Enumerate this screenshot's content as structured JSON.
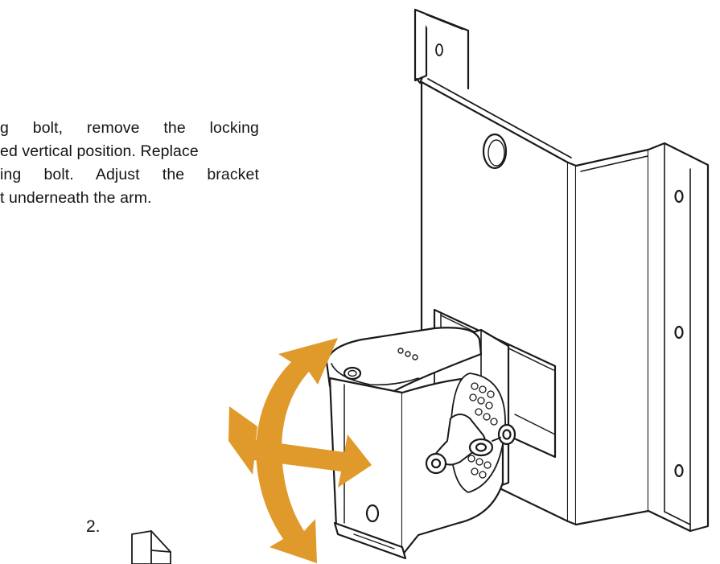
{
  "instructions": {
    "lines": [
      "g bolt, remove the locking",
      "ed vertical position. Replace",
      "ing bolt. Adjust the bracket",
      "t underneath the arm."
    ]
  },
  "step": {
    "number": "2."
  },
  "colors": {
    "arrow": "#E09A2B",
    "line": "#1a1a1a",
    "paper": "#ffffff"
  }
}
